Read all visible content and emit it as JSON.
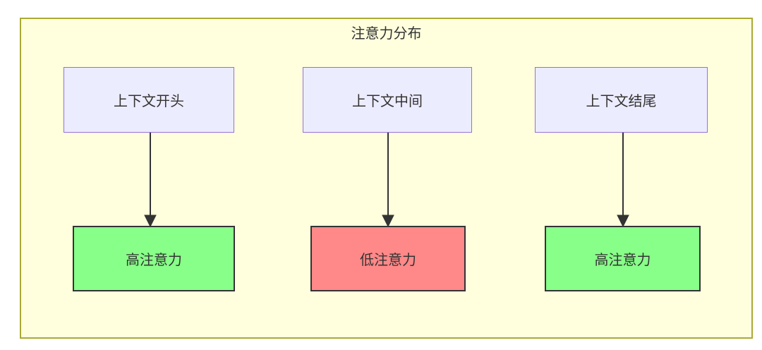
{
  "diagram": {
    "type": "flowchart",
    "title": "注意力分布",
    "columns": [
      {
        "source": "上下文开头",
        "target": "高注意力",
        "attention_level": "high"
      },
      {
        "source": "上下文中间",
        "target": "低注意力",
        "attention_level": "low"
      },
      {
        "source": "上下文结尾",
        "target": "高注意力",
        "attention_level": "high"
      }
    ],
    "colors": {
      "container_background": "#ffffde",
      "container_border": "#aaaa33",
      "source_node_background": "#ececff",
      "source_node_border": "#9370db",
      "high_attention_background": "#88ff88",
      "low_attention_background": "#ff8888",
      "result_node_border": "#333333",
      "arrow": "#333333",
      "text": "#333333"
    }
  }
}
